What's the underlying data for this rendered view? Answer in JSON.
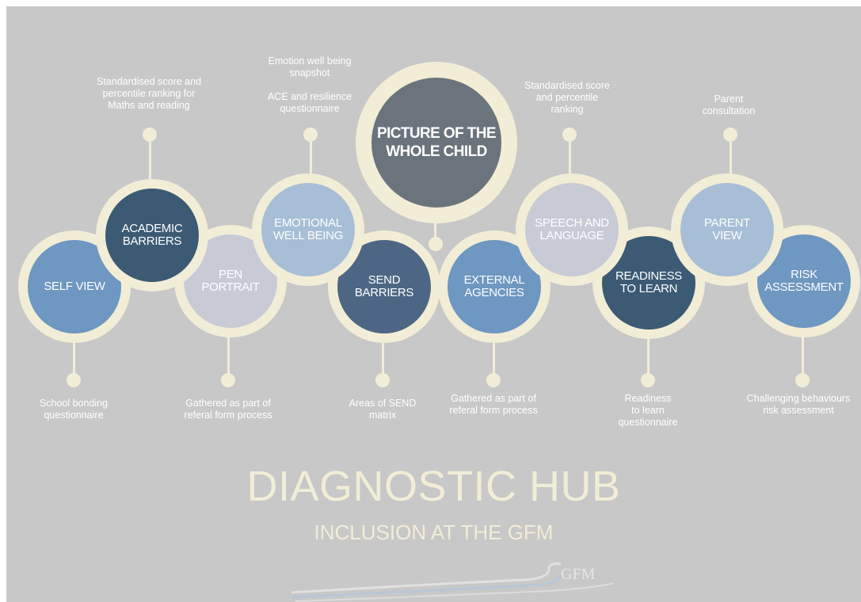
{
  "center": {
    "label_line1": "PICTURE OF THE",
    "label_line2": "WHOLE CHILD",
    "color": "#6b747c"
  },
  "nodes": [
    {
      "line1": "SELF VIEW",
      "line2": "",
      "color": "#6e97c1"
    },
    {
      "line1": "ACADEMIC",
      "line2": "BARRIERS",
      "color": "#3c5a74"
    },
    {
      "line1": "PEN",
      "line2": "PORTRAIT",
      "color": "#c8cbd6"
    },
    {
      "line1": "EMOTIONAL",
      "line2": "WELL BEING",
      "color": "#a7bed6"
    },
    {
      "line1": "SEND",
      "line2": "BARRIERS",
      "color": "#4d6683"
    },
    {
      "line1": "EXTERNAL",
      "line2": "AGENCIES",
      "color": "#6e97c1"
    },
    {
      "line1": "SPEECH AND",
      "line2": "LANGUAGE",
      "color": "#c8cbd6"
    },
    {
      "line1": "READINESS",
      "line2": "TO LEARN",
      "color": "#3c5a74"
    },
    {
      "line1": "PARENT",
      "line2": "VIEW",
      "color": "#a7bed6"
    },
    {
      "line1": "RISK",
      "line2": "ASSESSMENT",
      "color": "#6e97c1"
    }
  ],
  "notes": {
    "academic": {
      "l1": "Standardised score and",
      "l2": "percentile ranking for",
      "l3": "Maths and reading"
    },
    "emotional": {
      "l1": "Emotion well being",
      "l2": "snapshot",
      "l3": "ACE and resilience",
      "l4": "questionnaire"
    },
    "speech": {
      "l1": "Standardised score",
      "l2": "and percentile",
      "l3": "ranking"
    },
    "parent": {
      "l1": "Parent",
      "l2": "consultation"
    },
    "self": {
      "l1": "School bonding",
      "l2": "questionnaire"
    },
    "pen": {
      "l1": "Gathered as part of",
      "l2": "referal form process"
    },
    "send": {
      "l1": "Areas of SEND",
      "l2": "matrix"
    },
    "external": {
      "l1": "Gathered as part of",
      "l2": "referal form process"
    },
    "readiness": {
      "l1": "Readiness",
      "l2": "to learn",
      "l3": "questionnaire"
    },
    "risk": {
      "l1": "Challenging behaviours",
      "l2": "risk assessment"
    }
  },
  "title": "DIAGNOSTIC HUB",
  "subtitle": "INCLUSION AT THE GFM",
  "logo_text": "GFM",
  "colors": {
    "background": "#c8c8c8",
    "cream": "#f2edd6"
  }
}
